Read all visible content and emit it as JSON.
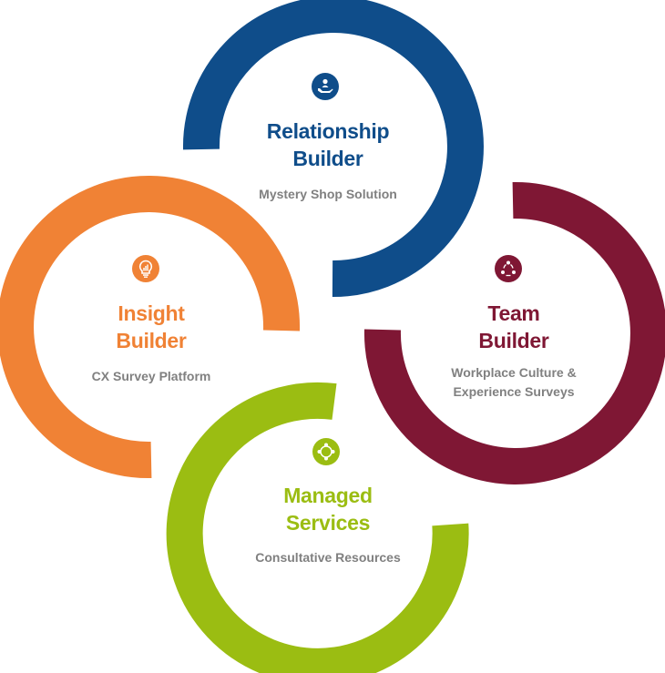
{
  "colors": {
    "relationship": "#0F4D8A",
    "insight": "#F08235",
    "team": "#7F1734",
    "managed": "#9BBD12",
    "subtitle": "#808080"
  },
  "segments": {
    "relationship": {
      "title_line1": "Relationship",
      "title_line2": "Builder",
      "subtitle": "Mystery Shop Solution",
      "icon": "hand-person-icon"
    },
    "insight": {
      "title_line1": "Insight",
      "title_line2": "Builder",
      "subtitle": "CX Survey Platform",
      "icon": "lightbulb-chart-icon"
    },
    "team": {
      "title_line1": "Team",
      "title_line2": "Builder",
      "subtitle_line1": "Workplace Culture &",
      "subtitle_line2": "Experience Surveys",
      "icon": "team-cycle-icon"
    },
    "managed": {
      "title_line1": "Managed",
      "title_line2": "Services",
      "subtitle": "Consultative Resources",
      "icon": "people-circle-icon"
    }
  }
}
